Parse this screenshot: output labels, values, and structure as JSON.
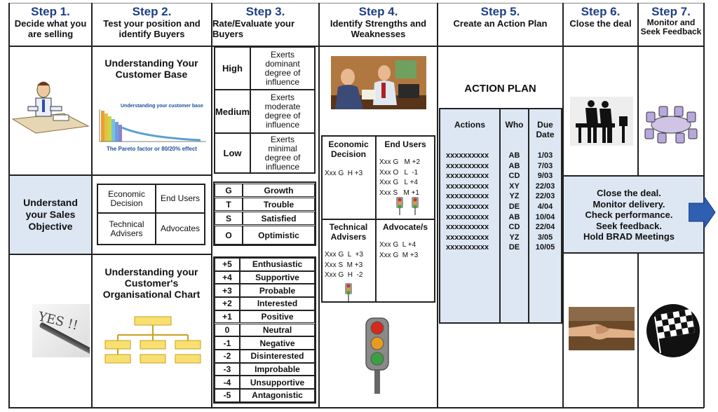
{
  "steps": [
    {
      "num": "Step 1.",
      "title": "Decide what you are selling"
    },
    {
      "num": "Step 2.",
      "title": "Test your position and identify Buyers"
    },
    {
      "num": "Step 3.",
      "title": "Rate/Evaluate your Buyers"
    },
    {
      "num": "Step 4.",
      "title": "Identify Strengths and Weaknesses"
    },
    {
      "num": "Step 5.",
      "title": "Create an Action Plan"
    },
    {
      "num": "Step 6.",
      "title": "Close the deal"
    },
    {
      "num": "Step 7.",
      "title": "Monitor and Seek Feedback"
    }
  ],
  "sales_objective": "Understand your Sales Objective",
  "customer_base": {
    "title": "Understanding Your Customer Base",
    "chart_title": "Understanding your customer base",
    "chart_caption": "The Pareto factor or 80/20% effect"
  },
  "buyer_roles": {
    "economic": "Economic Decision",
    "end_users": "End Users",
    "technical": "Technical Advisers",
    "advocates": "Advocates"
  },
  "org_chart_title": "Understanding your Customer's Organisational Chart",
  "influence": [
    {
      "level": "High",
      "desc": "Exerts dominant degree of influence"
    },
    {
      "level": "Medium",
      "desc": "Exerts moderate degree of influence"
    },
    {
      "level": "Low",
      "desc": "Exerts minimal degree of influence"
    }
  ],
  "gtso": [
    {
      "code": "G",
      "label": "Growth"
    },
    {
      "code": "T",
      "label": "Trouble"
    },
    {
      "code": "S",
      "label": "Satisfied"
    },
    {
      "code": "O",
      "label": "Optimistic"
    }
  ],
  "scale": [
    {
      "score": "+5",
      "label": "Enthusiastic"
    },
    {
      "score": "+4",
      "label": "Supportive"
    },
    {
      "score": "+3",
      "label": "Probable"
    },
    {
      "score": "+2",
      "label": "Interested"
    },
    {
      "score": "+1",
      "label": "Positive"
    },
    {
      "score": "0",
      "label": "Neutral"
    },
    {
      "score": "-1",
      "label": "Negative"
    },
    {
      "score": "-2",
      "label": "Disinterested"
    },
    {
      "score": "-3",
      "label": "Improbable"
    },
    {
      "score": "-4",
      "label": "Unsupportive"
    },
    {
      "score": "-5",
      "label": "Antagonistic"
    }
  ],
  "strengths": {
    "economic": {
      "title": "Economic Decision",
      "rows": [
        "Xxx G  H +3"
      ]
    },
    "end_users": {
      "title": "End Users",
      "rows": [
        "Xxx G   M +2",
        "Xxx O   L  -1",
        "Xxx G   L +4",
        "Xxx S   M +1"
      ]
    },
    "technical": {
      "title": "Technical Advisers",
      "rows": [
        "Xxx G  L  +3",
        "Xxx S  M +3",
        "Xxx G  H  -2"
      ]
    },
    "advocates": {
      "title": "Advocate/s",
      "rows": [
        "Xxx G  L +4",
        "Xxx G  M +3"
      ]
    }
  },
  "action_plan": {
    "title": "ACTION PLAN",
    "headers": [
      "Actions",
      "Who",
      "Due Date"
    ],
    "rows": [
      [
        "xxxxxxxxxx",
        "AB",
        "1/03"
      ],
      [
        "xxxxxxxxxx",
        "AB",
        "7/03"
      ],
      [
        "xxxxxxxxxx",
        "CD",
        "9/03"
      ],
      [
        "xxxxxxxxxx",
        "XY",
        "22/03"
      ],
      [
        "xxxxxxxxxx",
        "YZ",
        "22/03"
      ],
      [
        "xxxxxxxxxx",
        "DE",
        "4/04"
      ],
      [
        "xxxxxxxxxx",
        "AB",
        "10/04"
      ],
      [
        "xxxxxxxxxx",
        "CD",
        "22/04"
      ],
      [
        "xxxxxxxxxx",
        "YZ",
        "3/05"
      ],
      [
        "xxxxxxxxxx",
        "DE",
        "10/05"
      ]
    ]
  },
  "close_deal": [
    "Close the deal.",
    "Monitor delivery.",
    "Check performance.",
    "Seek feedback.",
    "Hold BRAD Meetings"
  ],
  "illustrations": {
    "yes_note": "YES !!"
  }
}
